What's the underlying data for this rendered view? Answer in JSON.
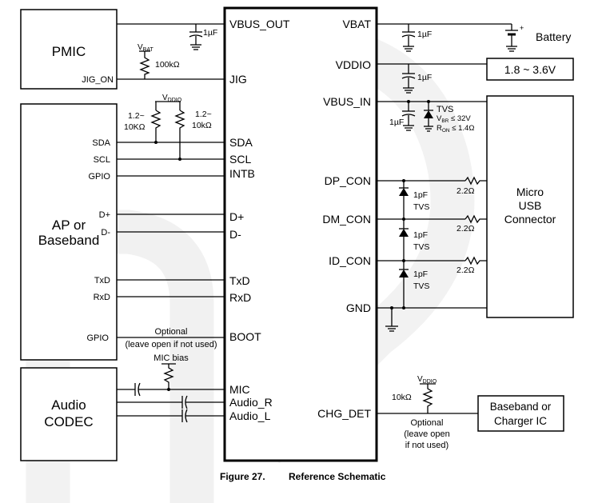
{
  "blocks": {
    "pmic": "PMIC",
    "ap_line1": "AP or",
    "ap_line2": "Baseband",
    "codec_line1": "Audio",
    "codec_line2": "CODEC",
    "usb_line1": "Micro",
    "usb_line2": "USB",
    "usb_line3": "Connector",
    "battery": "Battery",
    "voltage_range": "1.8 ~ 3.6V",
    "baseband_line1": "Baseband or",
    "baseband_line2": "Charger IC"
  },
  "chip_pins_left": {
    "vbus_out": "VBUS_OUT",
    "jig": "JIG",
    "sda": "SDA",
    "scl": "SCL",
    "intb": "INTB",
    "dplus": "D+",
    "dminus": "D-",
    "txd": "TxD",
    "rxd": "RxD",
    "boot": "BOOT",
    "mic": "MIC",
    "audio_r": "Audio_R",
    "audio_l": "Audio_L"
  },
  "chip_pins_right": {
    "vbat": "VBAT",
    "vddio": "VDDIO",
    "vbus_in": "VBUS_IN",
    "dp_con": "DP_CON",
    "dm_con": "DM_CON",
    "id_con": "ID_CON",
    "gnd": "GND",
    "chg_det": "CHG_DET"
  },
  "ext_pins": {
    "jig_on": "JIG_ON",
    "sda": "SDA",
    "scl": "SCL",
    "gpio1": "GPIO",
    "dplus": "D+",
    "dminus": "D-",
    "txd": "TxD",
    "rxd": "RxD",
    "gpio2": "GPIO"
  },
  "components": {
    "cap_vbus_out": "1µF",
    "vbat_label": "V",
    "vbat_sub": "BAT",
    "r_jig": "100kΩ",
    "vddio_label": "V",
    "vddio_sub": "DDIO",
    "r_pullup_a1": "1.2~",
    "r_pullup_a2": "10KΩ",
    "r_pullup_b1": "1.2~",
    "r_pullup_b2": "10kΩ",
    "cap_vbat": "1µF",
    "cap_vddio": "1µF",
    "cap_vbus_in": "1µF",
    "tvs_vbus": "TVS",
    "vbr_v": "V",
    "vbr_sub": "BR",
    "vbr_val": " ≤ 32V",
    "ron_r": "R",
    "ron_sub": "ON",
    "ron_val": " ≤ 1.4Ω",
    "pf1": "1pF",
    "tvs1": "TVS",
    "pf2": "1pF",
    "tvs2": "TVS",
    "pf3": "1pF",
    "tvs3": "TVS",
    "r_dp": "2.2Ω",
    "r_dm": "2.2Ω",
    "r_id": "2.2Ω",
    "mic_bias": "MIC bias",
    "chg_vddio_label": "V",
    "chg_vddio_sub": "DDIO",
    "r_chg": "10kΩ"
  },
  "notes": {
    "boot_optional": "Optional",
    "boot_leave": "(leave open if not used)",
    "chg_optional": "Optional",
    "chg_leave1": "(leave open",
    "chg_leave2": "if not used)"
  },
  "caption": {
    "figure": "Figure 27.",
    "title": "Reference Schematic"
  }
}
